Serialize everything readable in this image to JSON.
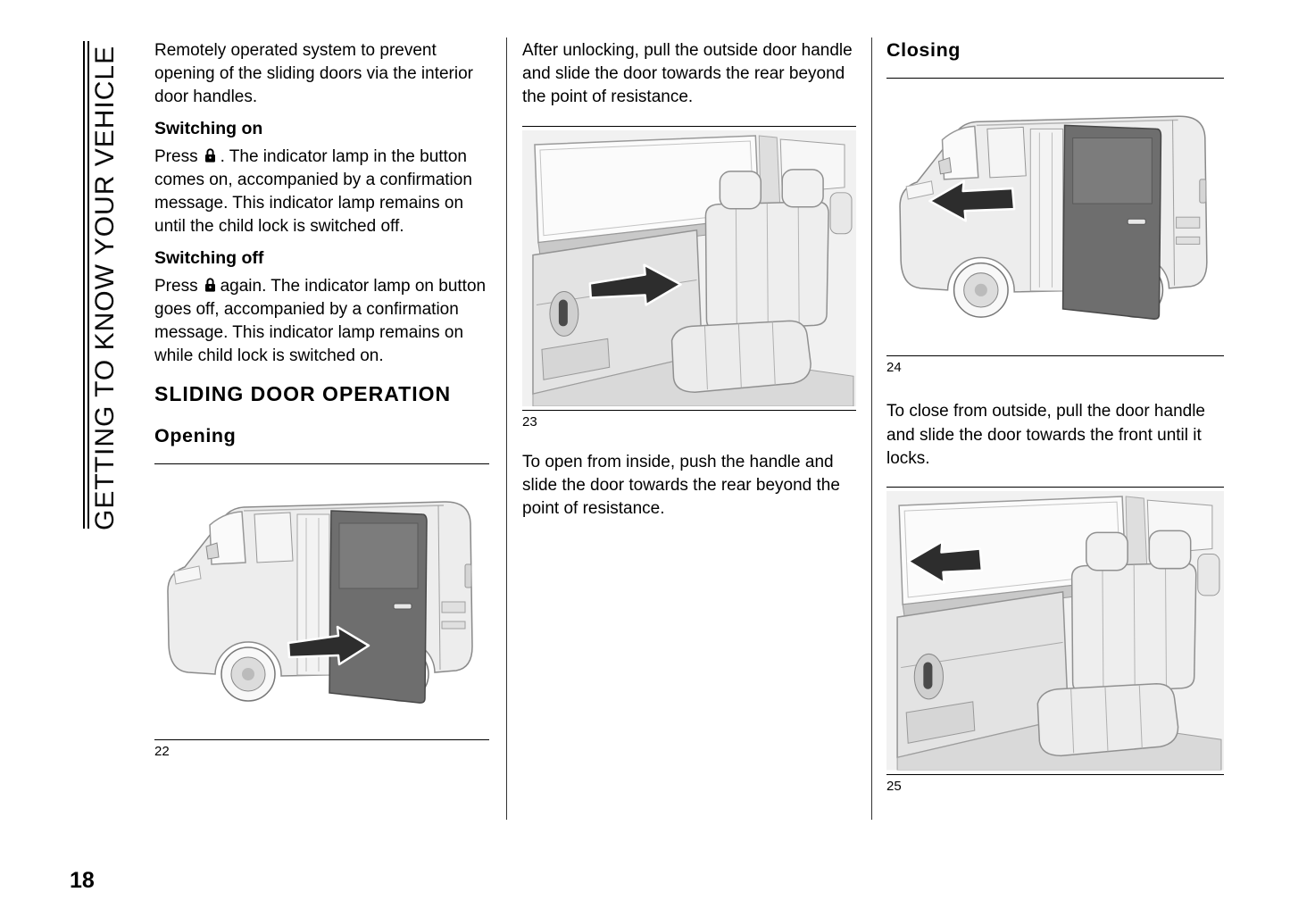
{
  "page": {
    "chapter_title": "GETTING TO KNOW YOUR VEHICLE",
    "number": "18"
  },
  "icons": {
    "child_lock_button": "child-lock-padlock-icon"
  },
  "column1": {
    "intro": "Remotely operated system to prevent opening of the sliding doors via the interior door handles.",
    "switching_on": {
      "heading": "Switching on",
      "before_icon": "Press",
      "after_icon": ". The indicator lamp in the button comes on, accompanied by a confirmation message. This indicator lamp remains on until the child lock is switched off."
    },
    "switching_off": {
      "heading": "Switching off",
      "before_icon": "Press",
      "after_icon": "again. The indicator lamp on button goes off, accompanied by a confirmation message. This indicator lamp remains on while child lock is switched on."
    },
    "section_heading": "SLIDING DOOR OPERATION",
    "subsection_heading": "Opening",
    "figure_caption": "22"
  },
  "column2": {
    "para_outside": "After unlocking, pull the outside door handle and slide the door towards the rear beyond the point of resistance.",
    "figure_caption": "23",
    "para_inside": "To open from inside, push the handle and slide the door towards the rear beyond the point of resistance."
  },
  "column3": {
    "heading": "Closing",
    "figure24_caption": "24",
    "para_close": "To close from outside, pull the door handle and slide the door towards the front until it locks.",
    "figure25_caption": "25"
  }
}
